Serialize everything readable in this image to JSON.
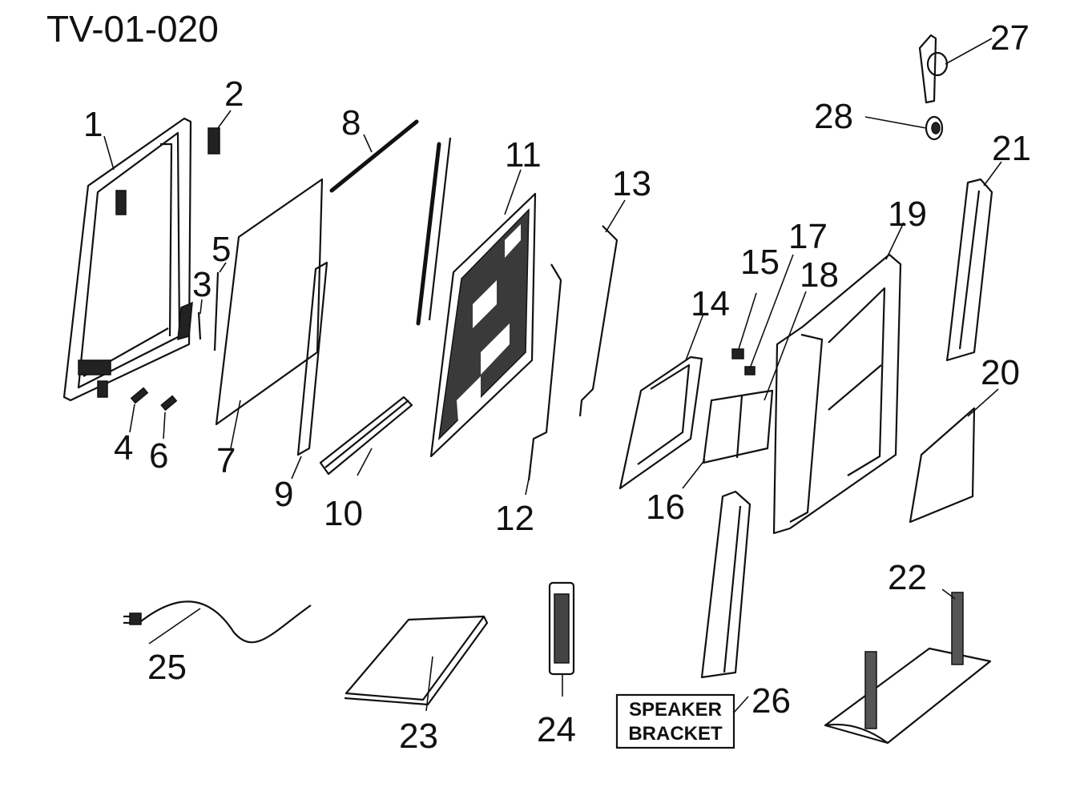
{
  "diagram": {
    "title": "TV-01-020",
    "parts": [
      {
        "id": "1"
      },
      {
        "id": "2"
      },
      {
        "id": "3"
      },
      {
        "id": "4"
      },
      {
        "id": "5"
      },
      {
        "id": "6"
      },
      {
        "id": "7"
      },
      {
        "id": "8"
      },
      {
        "id": "9"
      },
      {
        "id": "10"
      },
      {
        "id": "11"
      },
      {
        "id": "12"
      },
      {
        "id": "13"
      },
      {
        "id": "14"
      },
      {
        "id": "15"
      },
      {
        "id": "16"
      },
      {
        "id": "17"
      },
      {
        "id": "18"
      },
      {
        "id": "19"
      },
      {
        "id": "20"
      },
      {
        "id": "21"
      },
      {
        "id": "22"
      },
      {
        "id": "23"
      },
      {
        "id": "24"
      },
      {
        "id": "25"
      },
      {
        "id": "26"
      },
      {
        "id": "27"
      },
      {
        "id": "28"
      }
    ],
    "speaker_box": {
      "line1": "SPEAKER",
      "line2": "BRACKET"
    }
  }
}
